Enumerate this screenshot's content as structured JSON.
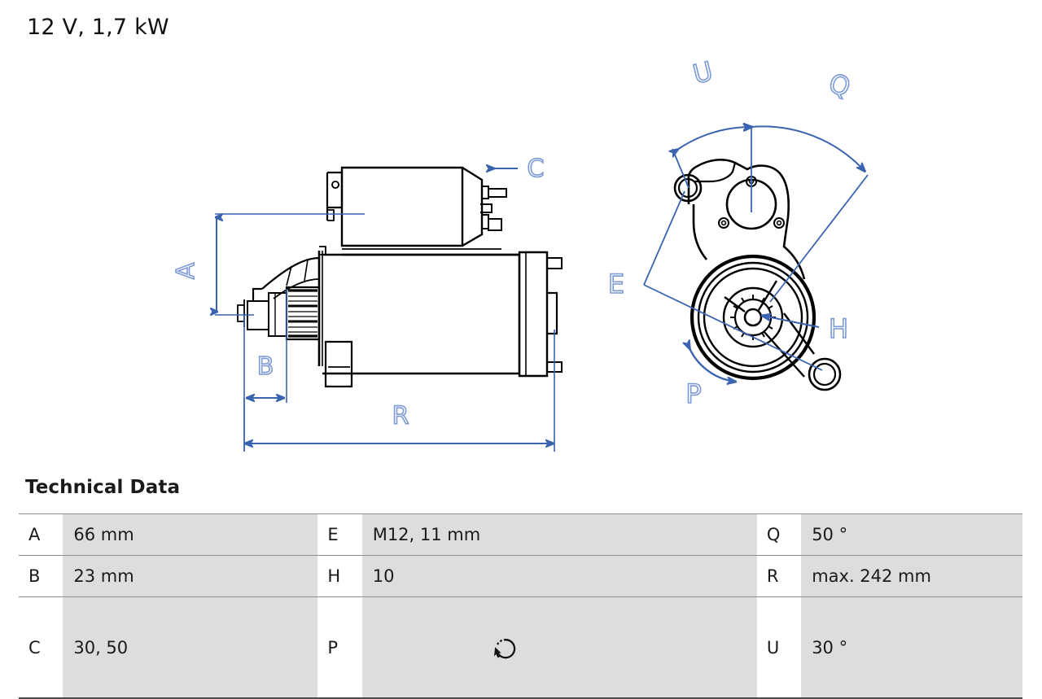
{
  "title": "12 V, 1,7 kW",
  "tech_data": {
    "heading": "Technical Data",
    "rows": [
      {
        "k1": "A",
        "v1": "66 mm",
        "k2": "E",
        "v2": "M12, 11 mm",
        "k3": "Q",
        "v3": "50 °"
      },
      {
        "k1": "B",
        "v1": "23 mm",
        "k2": "H",
        "v2": "10",
        "k3": "R",
        "v3": "max. 242 mm"
      },
      {
        "k1": "C",
        "v1": "30, 50",
        "k2": "P",
        "v2": "",
        "k3": "U",
        "v3": "30 °"
      }
    ],
    "p_icon_name": "rotation-direction-counterclockwise-icon"
  },
  "drawing": {
    "side_view_labels": {
      "a": "A",
      "b": "B",
      "c": "C",
      "r": "R"
    },
    "end_view_labels": {
      "u": "U",
      "q": "Q",
      "e": "E",
      "h": "H",
      "p": "P"
    }
  },
  "colors": {
    "dimension_blue": "#3A63B0",
    "dimension_blue_light": "#7A99D6",
    "outline_black": "#000000",
    "table_value_bg": "#dddddd",
    "table_rule": "#8c8c8c",
    "text": "#1a1a1a"
  }
}
